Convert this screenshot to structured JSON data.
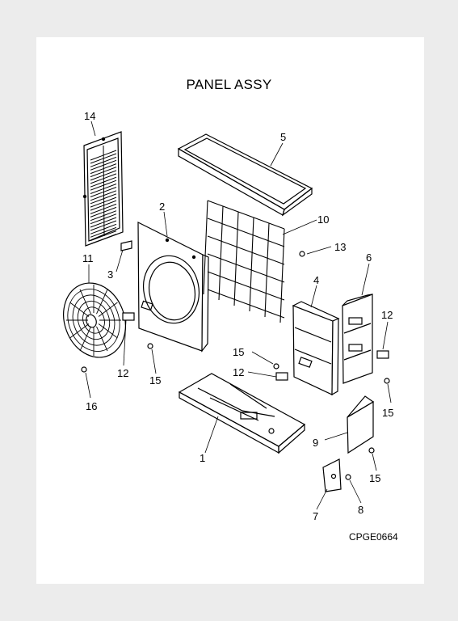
{
  "title": "PANEL ASSY",
  "drawing_code": "CPGE0664",
  "callouts": [
    "14",
    "5",
    "2",
    "10",
    "13",
    "6",
    "3",
    "11",
    "4",
    "12",
    "15",
    "12",
    "12",
    "16",
    "15",
    "15",
    "9",
    "1",
    "15",
    "7",
    "8"
  ]
}
